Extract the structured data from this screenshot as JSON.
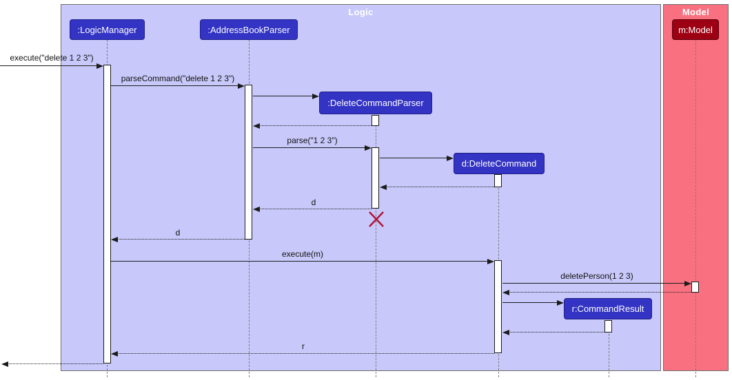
{
  "diagram": {
    "type": "uml-sequence-diagram",
    "frames": [
      {
        "id": "logic",
        "label": "Logic"
      },
      {
        "id": "model",
        "label": "Model"
      }
    ],
    "participants": [
      {
        "id": "logic-manager",
        "label": ":LogicManager",
        "frame": "Logic"
      },
      {
        "id": "address-book-parser",
        "label": ":AddressBookParser",
        "frame": "Logic"
      },
      {
        "id": "delete-command-parser",
        "label": ":DeleteCommandParser",
        "frame": "Logic"
      },
      {
        "id": "delete-command",
        "label": "d:DeleteCommand",
        "frame": "Logic"
      },
      {
        "id": "command-result",
        "label": "r:CommandResult",
        "frame": "Logic"
      },
      {
        "id": "model-object",
        "label": "m:Model",
        "frame": "Model"
      }
    ],
    "messages": [
      {
        "label": "execute(\"delete 1 2 3\")",
        "from": "caller",
        "to": ":LogicManager",
        "kind": "sync"
      },
      {
        "label": "parseCommand(\"delete 1 2 3\")",
        "from": ":LogicManager",
        "to": ":AddressBookParser",
        "kind": "sync"
      },
      {
        "label": "",
        "from": ":AddressBookParser",
        "to": ":DeleteCommandParser",
        "kind": "create"
      },
      {
        "label": "",
        "from": ":DeleteCommandParser",
        "to": ":AddressBookParser",
        "kind": "return"
      },
      {
        "label": "parse(\"1 2 3\")",
        "from": ":AddressBookParser",
        "to": ":DeleteCommandParser",
        "kind": "sync"
      },
      {
        "label": "",
        "from": ":DeleteCommandParser",
        "to": "d:DeleteCommand",
        "kind": "create"
      },
      {
        "label": "",
        "from": "d:DeleteCommand",
        "to": ":DeleteCommandParser",
        "kind": "return"
      },
      {
        "label": "d",
        "from": ":DeleteCommandParser",
        "to": ":AddressBookParser",
        "kind": "return"
      },
      {
        "label": "d",
        "from": ":AddressBookParser",
        "to": ":LogicManager",
        "kind": "return"
      },
      {
        "label": "execute(m)",
        "from": ":LogicManager",
        "to": "d:DeleteCommand",
        "kind": "sync"
      },
      {
        "label": "deletePerson(1 2 3)",
        "from": "d:DeleteCommand",
        "to": "m:Model",
        "kind": "sync"
      },
      {
        "label": "",
        "from": "m:Model",
        "to": "d:DeleteCommand",
        "kind": "return"
      },
      {
        "label": "",
        "from": "d:DeleteCommand",
        "to": "r:CommandResult",
        "kind": "create"
      },
      {
        "label": "",
        "from": "r:CommandResult",
        "to": "d:DeleteCommand",
        "kind": "return"
      },
      {
        "label": "r",
        "from": "d:DeleteCommand",
        "to": ":LogicManager",
        "kind": "return"
      },
      {
        "label": "",
        "from": ":LogicManager",
        "to": "caller",
        "kind": "return"
      }
    ],
    "destroy_marker": {
      "participant": ":DeleteCommandParser"
    },
    "colors": {
      "logic-frame-bg": "#C8C8FA",
      "model-frame-bg": "#F97181",
      "frame-border": "#6b6b6b",
      "frame-title-color": "#ffffff",
      "logic-box-bg": "#3333C4",
      "logic-box-border": "#1f1f86",
      "model-box-bg": "#9D0012",
      "model-box-border": "#55000a",
      "lifeline-color": "#7b7b7b",
      "arrow-color": "#1c1c1c",
      "activation-bg": "#ffffff",
      "activation-border": "#1a1a1a",
      "label-color": "#111111",
      "destroy-x": "#B0173C"
    }
  }
}
